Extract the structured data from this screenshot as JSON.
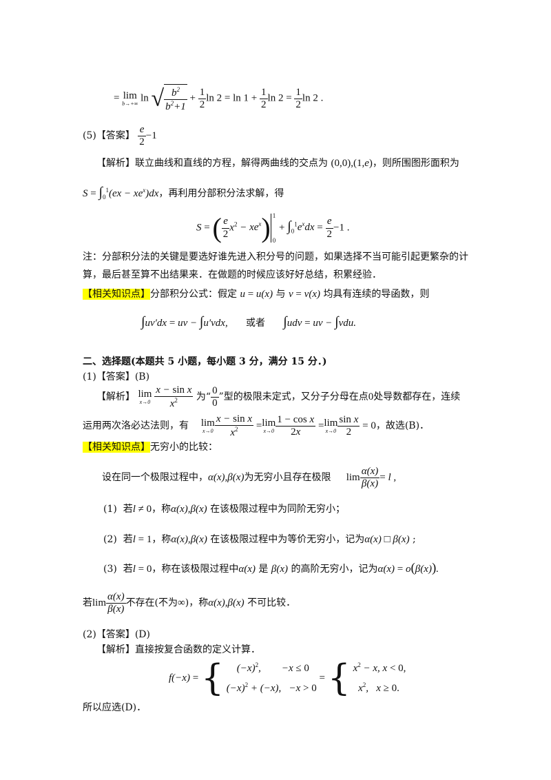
{
  "p5": {
    "num": "(5)",
    "ans": "【答案】",
    "sol": "【解析】",
    "sol_text": "联立曲线和直线的方程，解得两曲线的交点为",
    "sol_text2": "，则所围图形面积为",
    "step2": "，再利用分部积分法求解，得"
  },
  "note": {
    "line1": "注：分部积分法的关键是要选好谁先进入积分号的问题，如果选择不当可能引起更繁杂的计",
    "line2": "算，最后甚至算不出结果来．在做题的时候应该好好总结，积累经验．"
  },
  "kp1": {
    "label": "【相关知识点】",
    "text": "分部积分公式：假定",
    "text2": "与",
    "text3": "均具有连续的导函数，则",
    "or": "或者"
  },
  "sec2": {
    "title": "二、选择题(本题共 5 小题，每小题 3 分，满分 15 分．)"
  },
  "q1": {
    "num": "(1)",
    "ans": "【答案】",
    "ans_val": "(B)",
    "sol": "【解析】",
    "t1": "为“",
    "t2": "”型的极限未定式，又分子分母在点",
    "t3": "处导数都存在，连续",
    "t4": "运用两次洛必达法则，有",
    "t5": "，故选(B)．"
  },
  "kp2": {
    "label": "【相关知识点】",
    "text": "无穷小的比较：",
    "intro": "设在同一个极限过程中，",
    "intro2": "为无穷小且存在极限",
    "c1_num": "(1)",
    "c1a": "若",
    "c1b": "，称",
    "c1c": "在该极限过程中为同阶无穷小；",
    "c2_num": "(2)",
    "c2a": "若",
    "c2b": "，称",
    "c2c": "在该极限过程中为等价无穷小，记为",
    "c3_num": "(3)",
    "c3a": "若",
    "c3b": "，称在该极限过程中",
    "c3c": "是",
    "c3d": "的高阶无穷小，记为",
    "last_a": "若",
    "last_b": "不存在(不为",
    "last_c": ")，称",
    "last_d": "不可比较．"
  },
  "q2": {
    "num": "(2)",
    "ans": "【答案】",
    "ans_val": "(D)",
    "sol": "【解析】",
    "sol_text": "直接按复合函数的定义计算．",
    "final": "所以应选(D)．"
  }
}
